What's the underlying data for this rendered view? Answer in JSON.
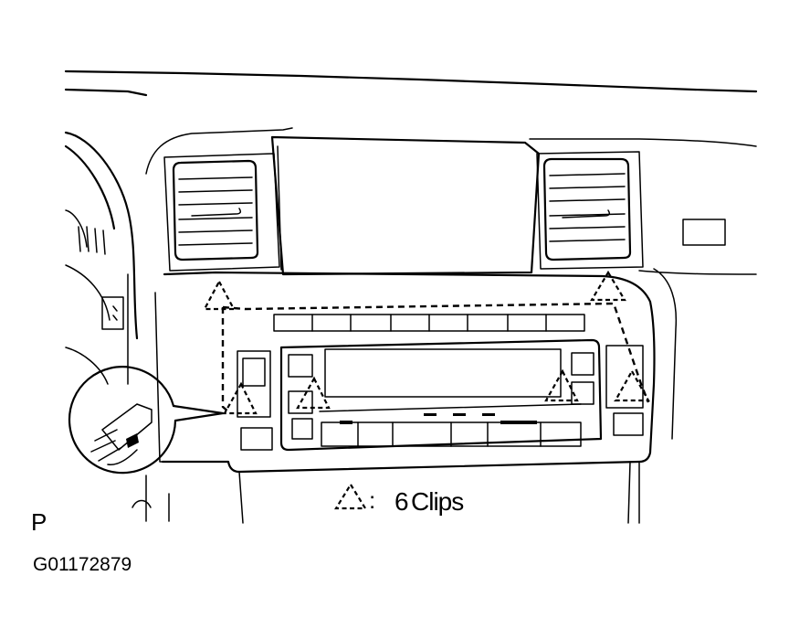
{
  "legend": {
    "symbol": "dashed-triangle-clip-symbol",
    "colon": ":",
    "count": "6",
    "text": "Clips"
  },
  "corner_label": "P",
  "figure_id": "G01172879",
  "clip_locations": [
    "upper-left",
    "upper-right",
    "mid-left",
    "center-left",
    "center-right",
    "right"
  ]
}
